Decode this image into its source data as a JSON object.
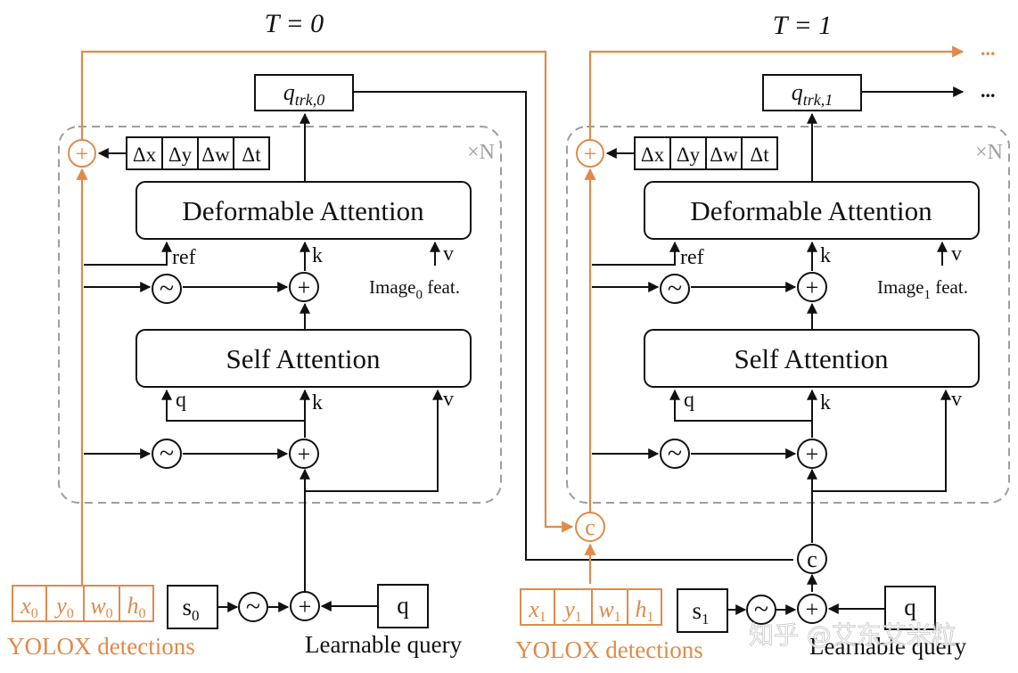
{
  "panel_0": {
    "title": "T = 0",
    "repeat_label": "×N",
    "tracking_query": "q",
    "tracking_query_sub": "trk,0",
    "deformable_attention": "Deformable Attention",
    "self_attention": "Self Attention",
    "ref_label": "ref",
    "k_label": "k",
    "v_label": "v",
    "q_label": "q",
    "image_feat_prefix": "Image",
    "image_feat_sub": "0",
    "image_feat_suffix": " feat.",
    "deltas": [
      "Δx",
      "Δy",
      "Δw",
      "Δt"
    ],
    "plus": "+",
    "wave": "~"
  },
  "panel_1": {
    "title": "T = 1",
    "repeat_label": "×N",
    "tracking_query": "q",
    "tracking_query_sub": "trk,1",
    "deformable_attention": "Deformable Attention",
    "self_attention": "Self Attention",
    "ref_label": "ref",
    "k_label": "k",
    "v_label": "v",
    "q_label": "q",
    "image_feat_prefix": "Image",
    "image_feat_sub": "1",
    "image_feat_suffix": " feat.",
    "deltas": [
      "Δx",
      "Δy",
      "Δw",
      "Δt"
    ],
    "plus": "+",
    "wave": "~",
    "concat": "c"
  },
  "inputs_0": {
    "detection_cells": [
      {
        "v": "x",
        "s": "0"
      },
      {
        "v": "y",
        "s": "0"
      },
      {
        "v": "w",
        "s": "0"
      },
      {
        "v": "h",
        "s": "0"
      }
    ],
    "detections_label": "YOLOX detections",
    "score": "s",
    "score_sub": "0",
    "query": "q",
    "query_label": "Learnable query"
  },
  "inputs_1": {
    "detection_cells": [
      {
        "v": "x",
        "s": "1"
      },
      {
        "v": "y",
        "s": "1"
      },
      {
        "v": "w",
        "s": "1"
      },
      {
        "v": "h",
        "s": "1"
      }
    ],
    "detections_label": "YOLOX detections",
    "score": "s",
    "score_sub": "1",
    "query": "q",
    "query_label": "Learnable query"
  },
  "outputs": {
    "ellipsis_top": "...",
    "ellipsis_track": "..."
  },
  "watermark": "知乎 @艾东艾米粒",
  "colors": {
    "black": "#111111",
    "orange": "#e08a4b",
    "dashed_gray": "#9e9e9e"
  }
}
